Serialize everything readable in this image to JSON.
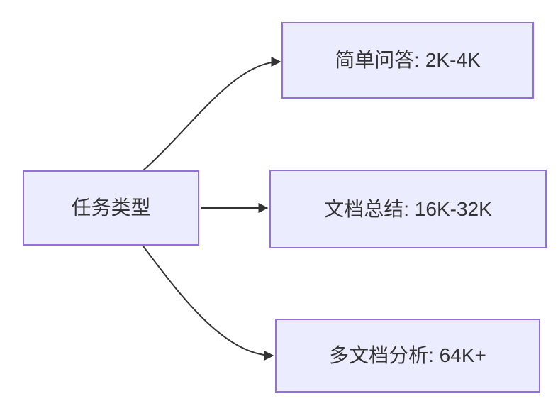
{
  "diagram": {
    "type": "flowchart",
    "direction": "left-to-right"
  },
  "nodes": {
    "root": {
      "label": "任务类型"
    },
    "simple_qa": {
      "label": "简单问答: 2K-4K"
    },
    "doc_summary": {
      "label": "文档总结: 16K-32K"
    },
    "multi_doc": {
      "label": "多文档分析: 64K+"
    }
  },
  "edges": [
    {
      "from": "任务类型",
      "to": "简单问答: 2K-4K"
    },
    {
      "from": "任务类型",
      "to": "文档总结: 16K-32K"
    },
    {
      "from": "任务类型",
      "to": "多文档分析: 64K+"
    }
  ],
  "colors": {
    "node_fill": "#ECECFF",
    "node_border": "#9370DB",
    "arrow_color": "#333333",
    "text_color": "#333333",
    "background": "#FFFFFF"
  }
}
